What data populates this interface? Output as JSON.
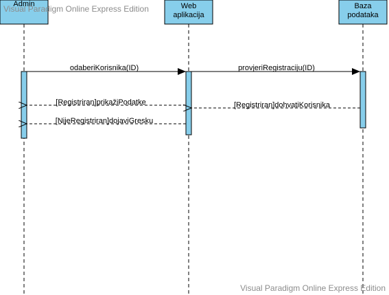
{
  "watermark": "Visual Paradigm Online Express Edition",
  "lifelines": [
    {
      "id": "admin",
      "lines": [
        "Admin"
      ]
    },
    {
      "id": "web",
      "lines": [
        "Web",
        "aplikacija"
      ]
    },
    {
      "id": "baza",
      "lines": [
        "Baza",
        "podataka"
      ]
    }
  ],
  "messages": [
    {
      "id": "odaberi",
      "label": "odaberiKorisnika(ID)",
      "type": "sync"
    },
    {
      "id": "provjeri",
      "label": "provjeriRegistraciju(ID)",
      "type": "sync"
    },
    {
      "id": "dohvati",
      "label": "[Registriran]dohvatiKorisnika",
      "type": "return"
    },
    {
      "id": "prikazi",
      "label": "[Registriran]prikažiPodatke",
      "type": "return"
    },
    {
      "id": "dojavi",
      "label": "[NijeRegistriran]dojaviGresku",
      "type": "return"
    }
  ]
}
